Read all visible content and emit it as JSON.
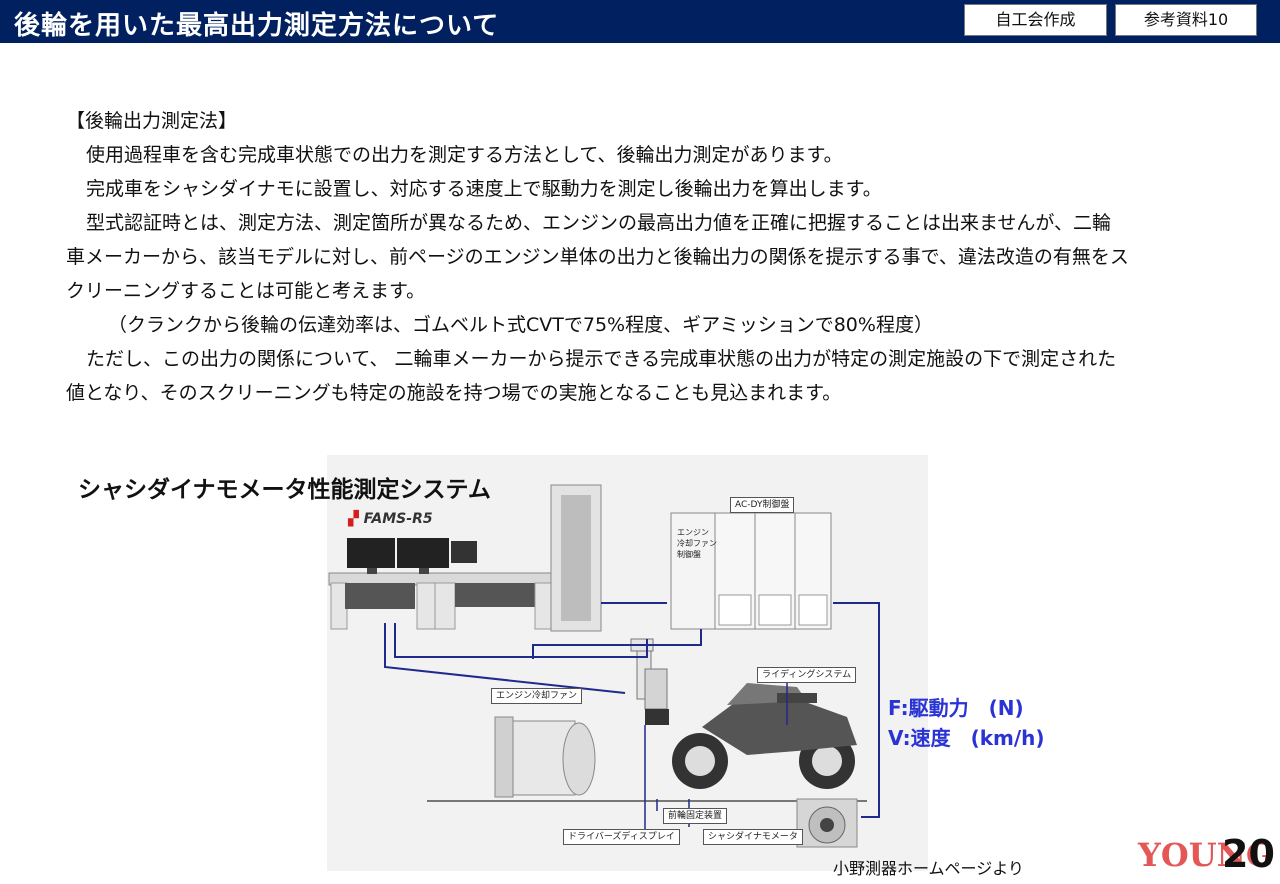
{
  "header": {
    "title": "後輪を用いた最高出力測定方法について",
    "badge_author": "自工会作成",
    "badge_ref": "参考資料10"
  },
  "body": {
    "heading": "【後輪出力測定法】",
    "p1": "使用過程車を含む完成車状態での出力を測定する方法として、後輪出力測定があります。",
    "p2": "完成車をシャシダイナモに設置し、対応する速度上で駆動力を測定し後輪出力を算出します。",
    "p3a": "型式認証時とは、測定方法、測定箇所が異なるため、エンジンの最高出力値を正確に把握することは出来ませんが、二輪",
    "p3b": "車メーカーから、該当モデルに対し、前ページのエンジン単体の出力と後輪出力の関係を提示する事で、違法改造の有無をス",
    "p3c": "クリーニングすることは可能と考えます。",
    "p4": "（クランクから後輪の伝達効率は、ゴムベルト式CVTで75%程度、ギアミッションで80%程度）",
    "p5a": "ただし、この出力の関係について、 二輪車メーカーから提示できる完成車状態の出力が特定の測定施設の下で測定された",
    "p5b": "値となり、そのスクリーニングも特定の施設を持つ場での実施となることも見込まれます。"
  },
  "diagram": {
    "title": "シャシダイナモメータ性能測定システム",
    "brand": "FAMS-R5",
    "labels": {
      "acdy": "AC-DY制御盤",
      "engine_fan_panel_1": "エンジン",
      "engine_fan_panel_2": "冷却ファン",
      "engine_fan_panel_3": "制御盤",
      "riding_system": "ライディングシステム",
      "engine_fan": "エンジン冷却ファン",
      "front_fix": "前輪固定装置",
      "driver_display": "ドライバーズディスプレイ",
      "chassis_dyno": "シャシダイナモメータ"
    },
    "f_label": "F:駆動力　(N)",
    "v_label": "V:速度　(km/h)"
  },
  "footer": {
    "source": "小野測器ホームページより",
    "page": "20",
    "watermark": "YOUNG"
  },
  "colors": {
    "header_bg": "#002060",
    "accent_blue": "#2a34d4",
    "line_blue": "#1f2a8c"
  }
}
